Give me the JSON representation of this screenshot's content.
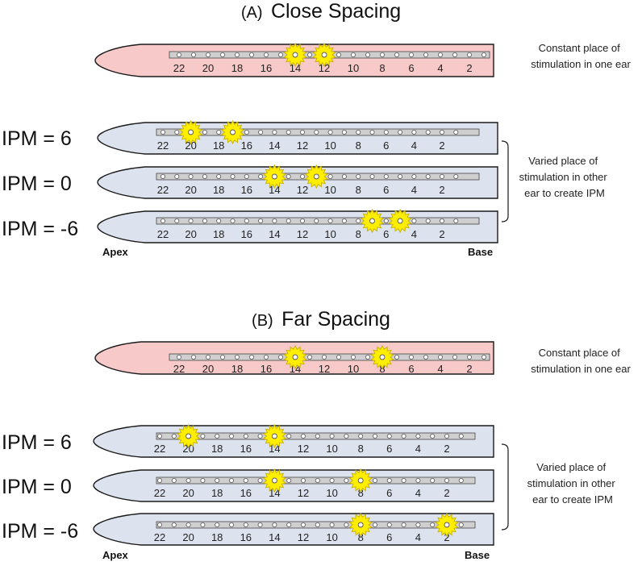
{
  "panels": [
    {
      "title_letter": "(A)",
      "title_text": "Close Spacing",
      "reference": {
        "numbers": [
          "22",
          "20",
          "18",
          "16",
          "14",
          "12",
          "10",
          "8",
          "6",
          "4",
          "2"
        ],
        "stimulated_electrodes": [
          14,
          12
        ],
        "note": [
          "Constant place of",
          "stimulation in one ear"
        ]
      },
      "rows": [
        {
          "label": "IPM = 6",
          "stimulated_electrodes": [
            20,
            17
          ],
          "numbers": [
            "22",
            "20",
            "18",
            "16",
            "14",
            "12",
            "10",
            "8",
            "6",
            "4",
            "2"
          ]
        },
        {
          "label": "IPM = 0",
          "stimulated_electrodes": [
            14,
            11
          ],
          "numbers": [
            "22",
            "20",
            "18",
            "16",
            "14",
            "12",
            "10",
            "8",
            "6",
            "4",
            "2"
          ]
        },
        {
          "label": "IPM = -6",
          "stimulated_electrodes": [
            7,
            5
          ],
          "numbers": [
            "22",
            "20",
            "18",
            "16",
            "14",
            "12",
            "10",
            "8",
            "6",
            "4",
            "2"
          ]
        }
      ],
      "bracket_note": [
        "Varied place of",
        "stimulation in other",
        "ear to create IPM"
      ],
      "apex_label": "Apex",
      "base_label": "Base"
    },
    {
      "title_letter": "(B)",
      "title_text": "Far Spacing",
      "reference": {
        "numbers": [
          "22",
          "20",
          "18",
          "16",
          "14",
          "12",
          "10",
          "8",
          "6",
          "4",
          "2"
        ],
        "stimulated_electrodes": [
          14,
          8
        ],
        "note": [
          "Constant place of",
          "stimulation in one ear"
        ]
      },
      "rows": [
        {
          "label": "IPM = 6",
          "stimulated_electrodes": [
            20,
            14
          ],
          "numbers": [
            "22",
            "20",
            "18",
            "16",
            "14",
            "12",
            "10",
            "8",
            "6",
            "4",
            "2"
          ]
        },
        {
          "label": "IPM = 0",
          "stimulated_electrodes": [
            14,
            8
          ],
          "numbers": [
            "22",
            "20",
            "18",
            "16",
            "14",
            "12",
            "10",
            "8",
            "6",
            "4",
            "2"
          ]
        },
        {
          "label": "IPM = -6",
          "stimulated_electrodes": [
            8,
            2
          ],
          "numbers": [
            "22",
            "20",
            "18",
            "16",
            "14",
            "12",
            "10",
            "8",
            "6",
            "4",
            "2"
          ]
        }
      ],
      "bracket_note": [
        "Varied place of",
        "stimulation in other",
        "ear to create IPM"
      ],
      "apex_label": "Apex",
      "base_label": "Base"
    }
  ],
  "colors": {
    "reference_ear_fill": "#f7c9c9",
    "other_ear_fill": "#dde3ee",
    "outline": "#1a1a1a",
    "array_fill": "#cfcfcf",
    "star_fill": "#ffee00",
    "star_stroke": "#c9b400"
  }
}
